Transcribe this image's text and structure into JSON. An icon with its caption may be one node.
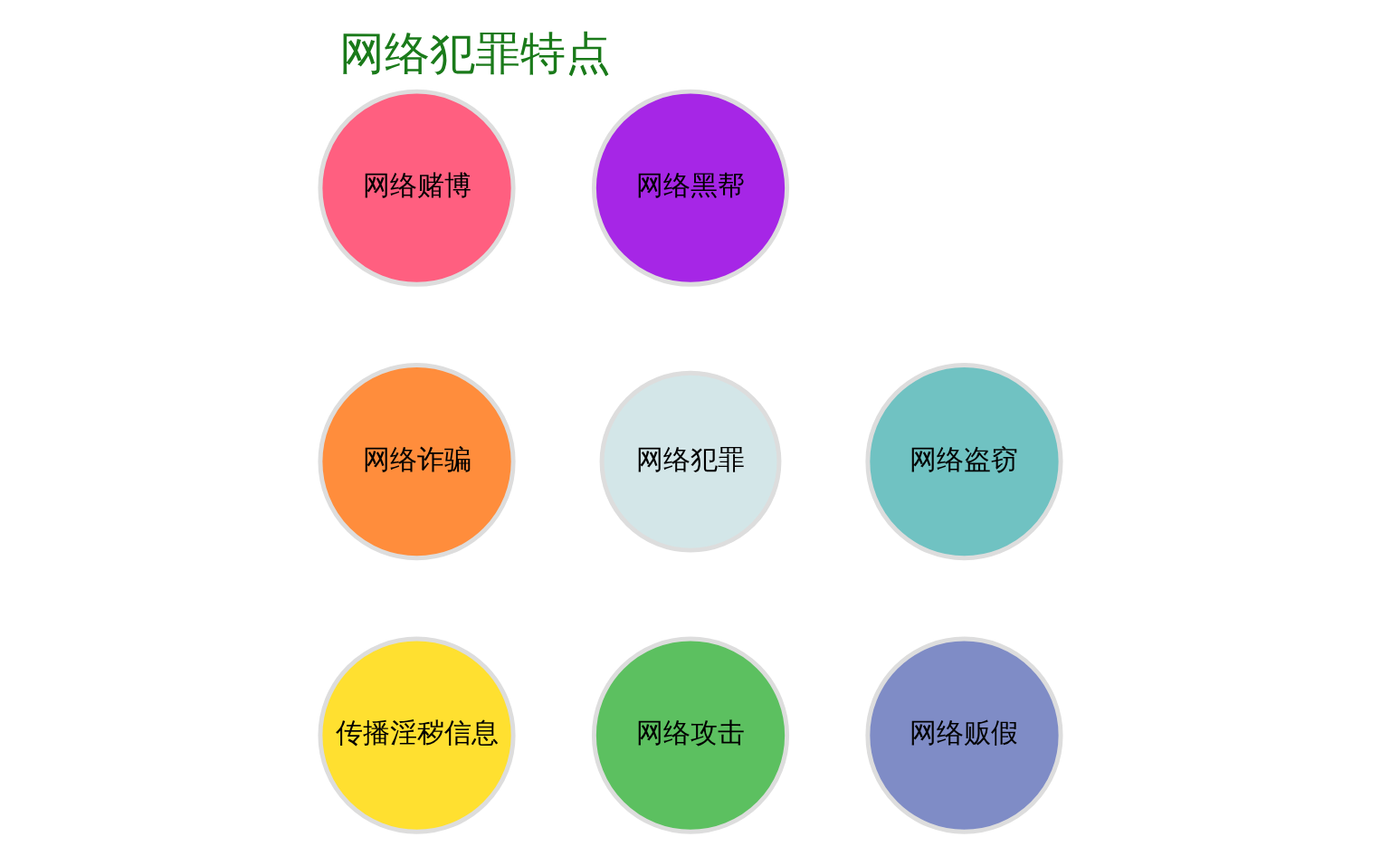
{
  "diagram": {
    "title": "网络犯罪特点",
    "nodes": [
      {
        "text": [
          "网络贩假"
        ]
      },
      {
        "text": [
          "网络攻击"
        ]
      },
      {
        "text": [
          "网络盗窃"
        ]
      },
      {
        "text": [
          "网络犯罪"
        ]
      },
      {
        "text": [
          "传播淫秽信息"
        ]
      },
      {
        "text": [
          "网络黑帮"
        ]
      },
      {
        "text": [
          "网络诈骗"
        ]
      },
      {
        "text": [
          "网络赌博"
        ]
      }
    ],
    "edges": []
  }
}
